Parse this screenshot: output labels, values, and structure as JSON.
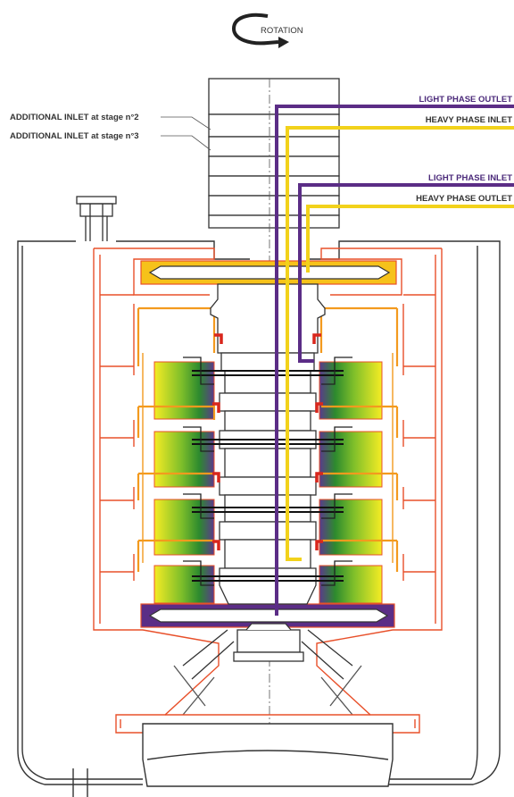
{
  "rotation_label": "ROTATION",
  "labels": {
    "additional_inlet_2": "ADDITIONAL INLET at stage n°2",
    "additional_inlet_3": "ADDITIONAL INLET at stage n°3",
    "light_phase_outlet": "LIGHT PHASE OUTLET",
    "heavy_phase_inlet": "HEAVY PHASE INLET",
    "light_phase_inlet": "LIGHT PHASE INLET",
    "heavy_phase_outlet": "HEAVY PHASE OUTLET"
  },
  "stages": 4,
  "colors": {
    "light_phase": "#5b2d86",
    "heavy_phase": "#f2d21b",
    "rotor_outline": "#e8502a",
    "casing": "#333333",
    "chamber_green": "#2e8b2e",
    "chamber_yellow": "#f3e11a",
    "chamber_purple": "#5b3a8c",
    "baffle_red": "#d9261c",
    "baffle_orange": "#f39a1e"
  }
}
